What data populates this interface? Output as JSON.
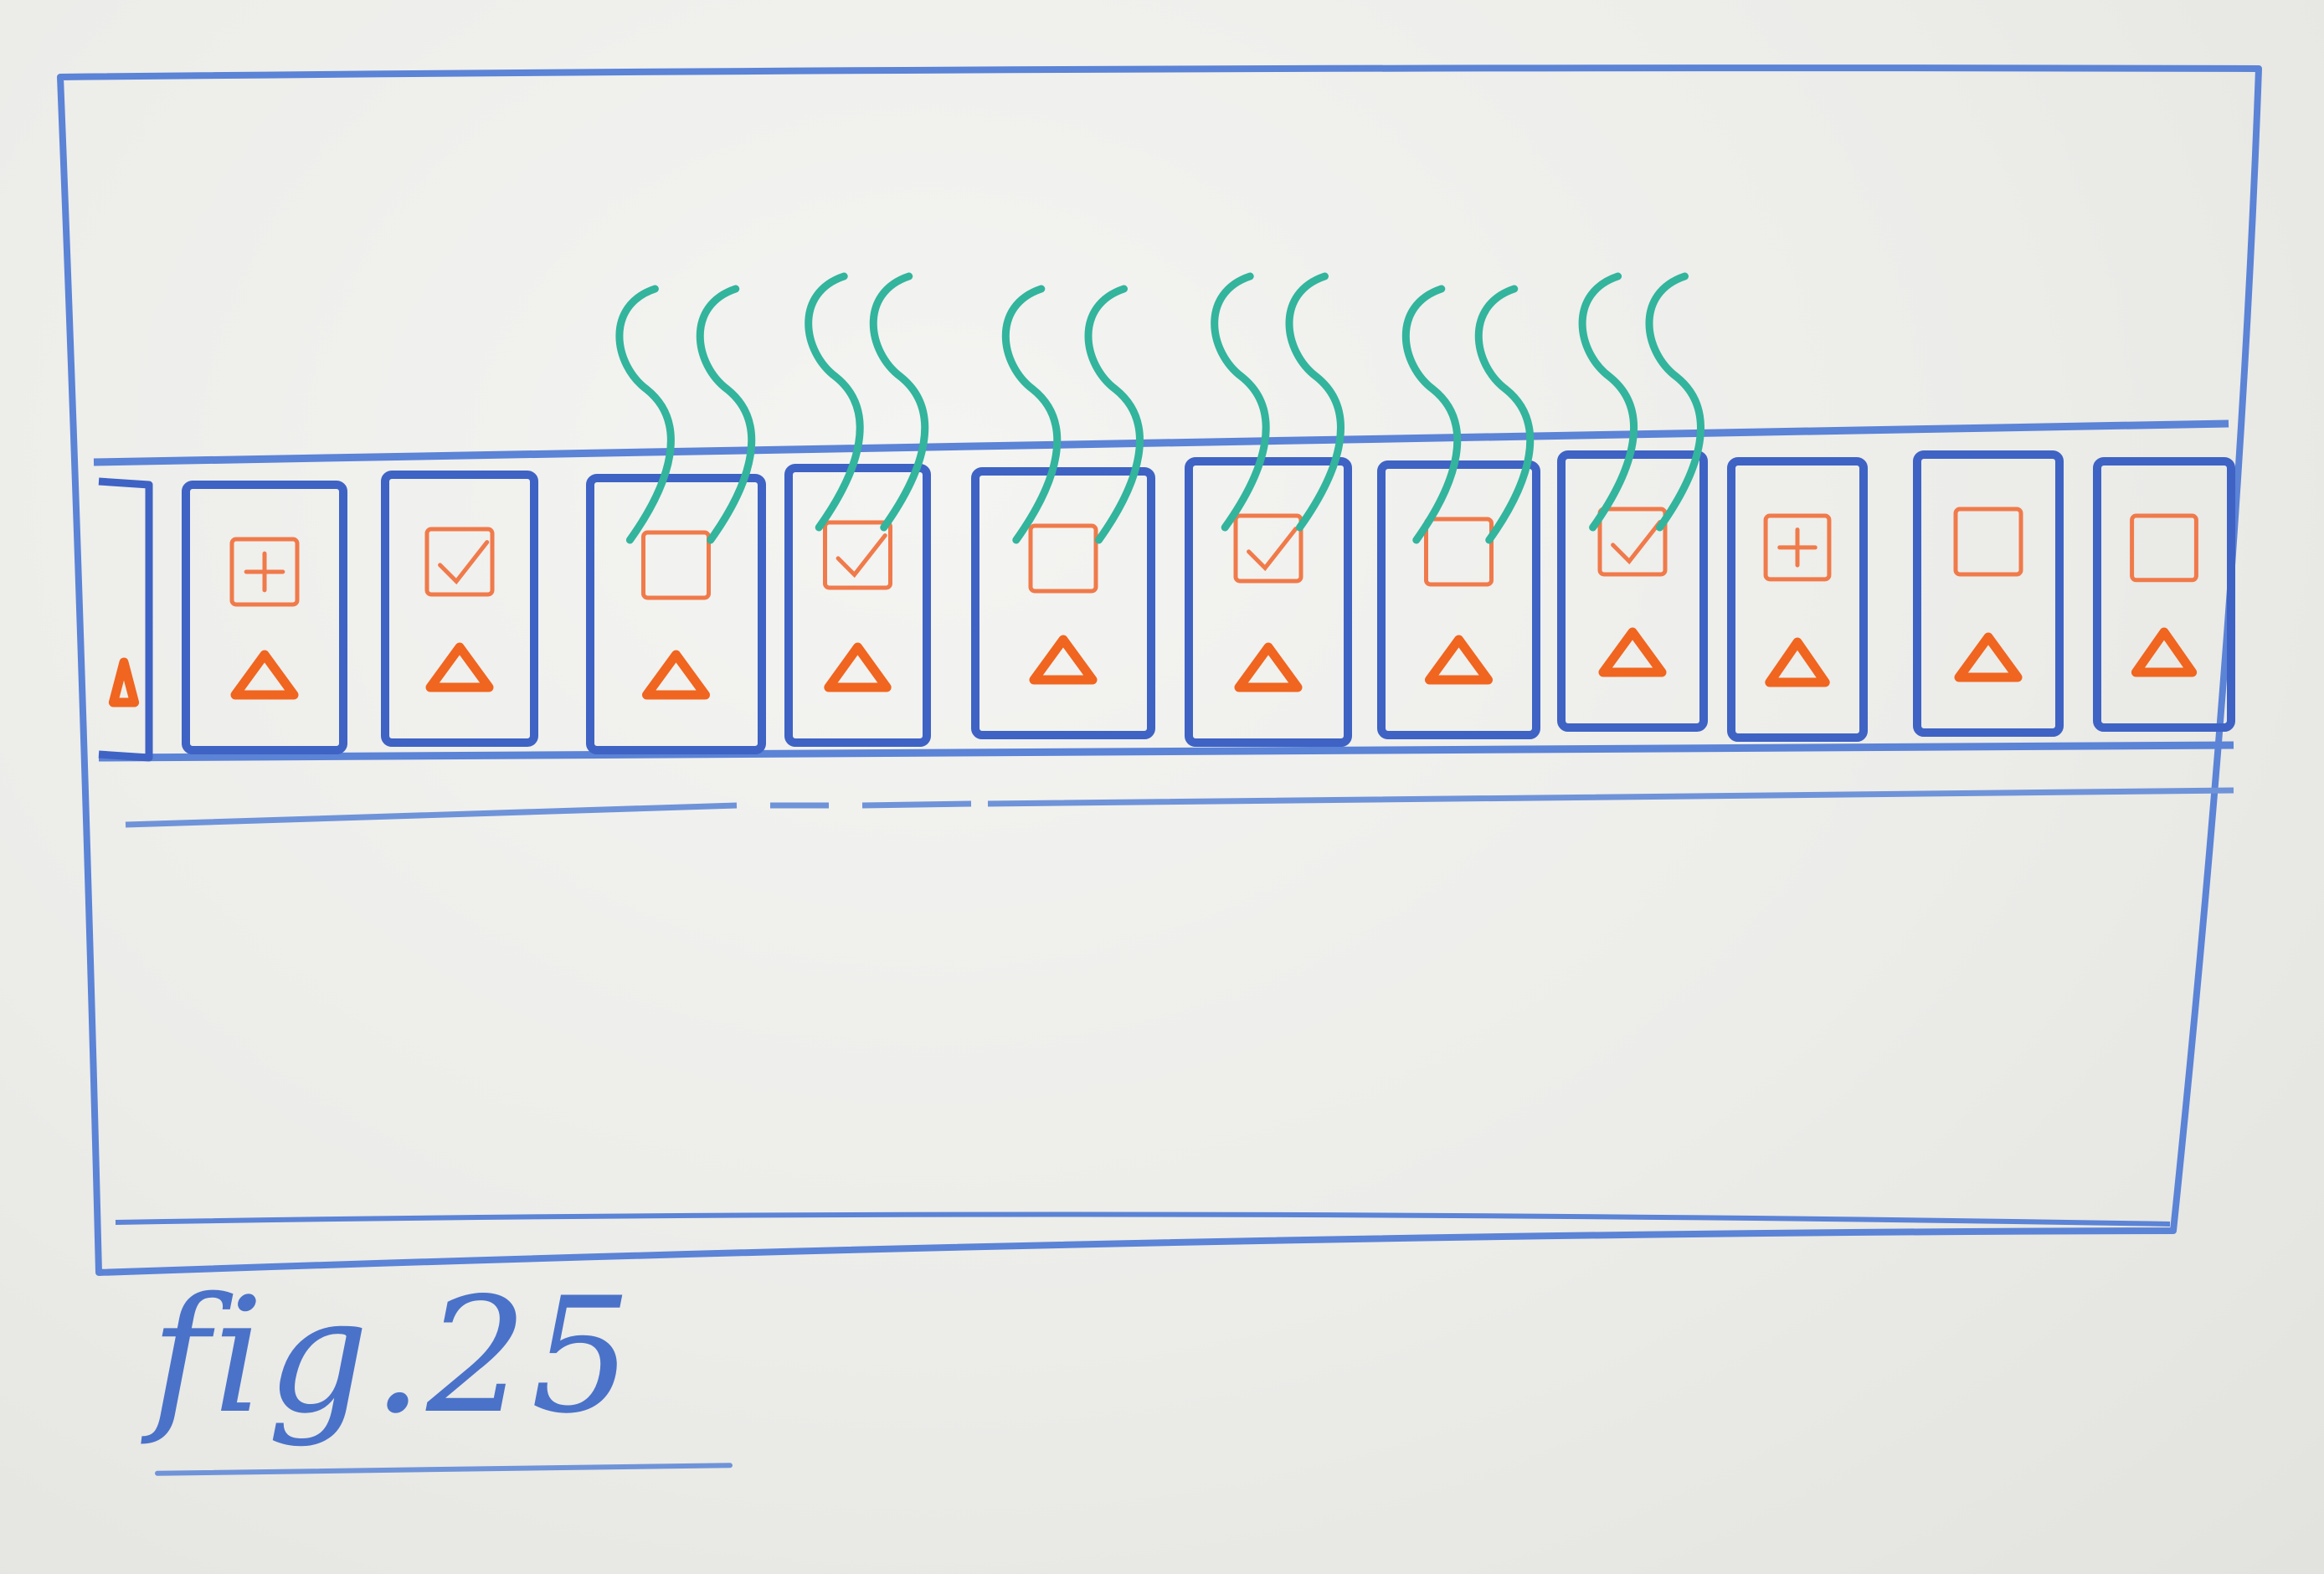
{
  "caption": {
    "text": "fig.25"
  },
  "colors": {
    "frame": "#5b83d6",
    "card": "#3e63c4",
    "icon": "#f07a4a",
    "triangle": "#f0651f",
    "steam": "#33b49d",
    "background": "#ecece9"
  },
  "cards": [
    {
      "icon": "triangle-partial",
      "steam": false,
      "partial": true
    },
    {
      "icon": "plus-box",
      "steam": false
    },
    {
      "icon": "check-box",
      "steam": false
    },
    {
      "icon": "empty-box",
      "steam": true
    },
    {
      "icon": "check-box",
      "steam": true
    },
    {
      "icon": "empty-box",
      "steam": true
    },
    {
      "icon": "check-box",
      "steam": true
    },
    {
      "icon": "empty-box",
      "steam": true
    },
    {
      "icon": "check-box",
      "steam": true
    },
    {
      "icon": "plus-box",
      "steam": false
    },
    {
      "icon": "empty-box",
      "steam": false
    },
    {
      "icon": "empty-box",
      "steam": false,
      "partial": true
    }
  ]
}
